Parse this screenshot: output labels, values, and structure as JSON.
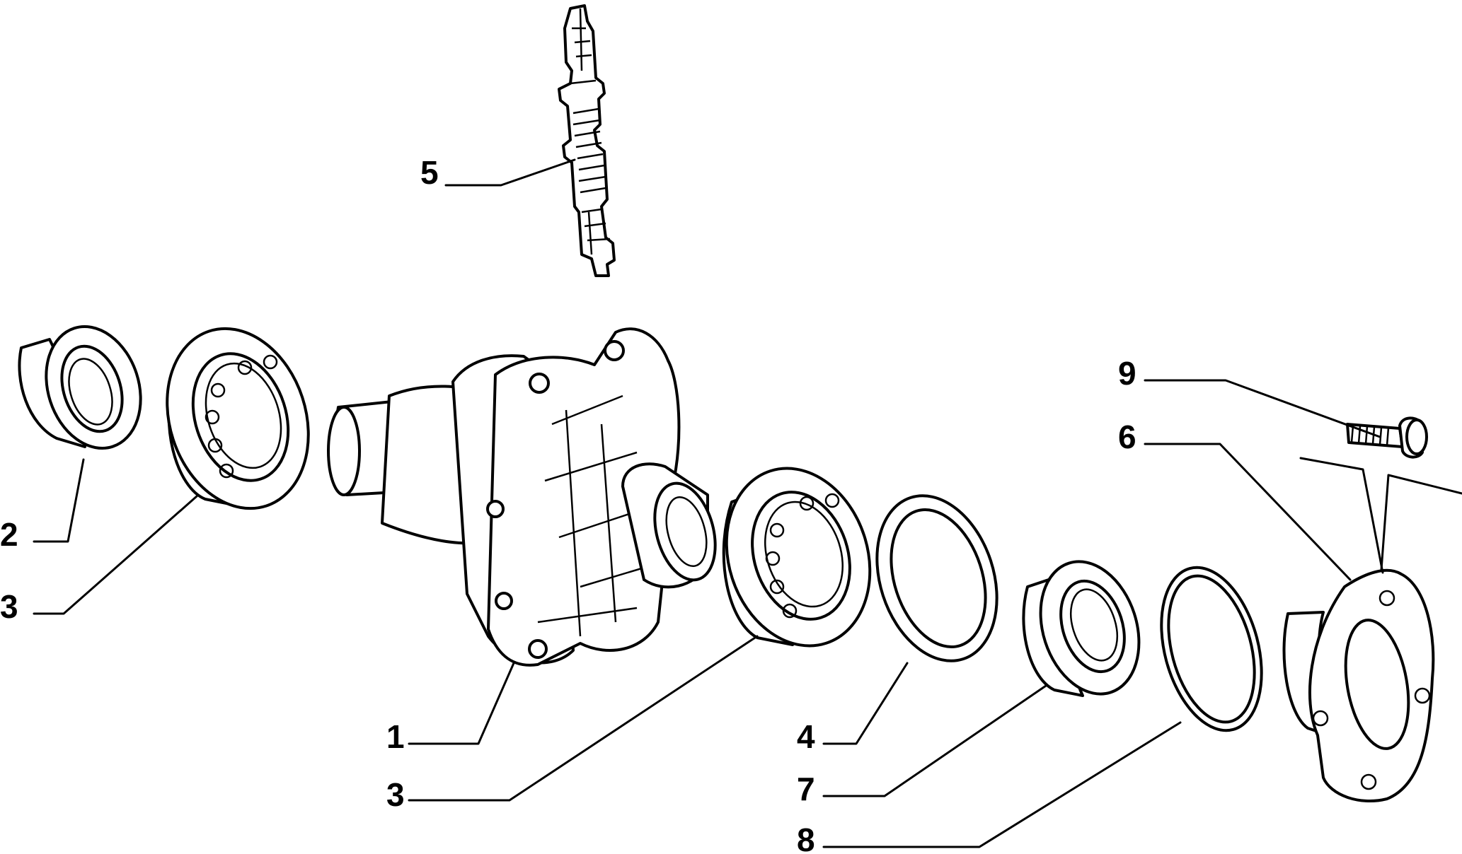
{
  "diagram": {
    "callouts": [
      {
        "id": "c1",
        "label": "1"
      },
      {
        "id": "c2",
        "label": "2"
      },
      {
        "id": "c3a",
        "label": "3"
      },
      {
        "id": "c3b",
        "label": "3"
      },
      {
        "id": "c4",
        "label": "4"
      },
      {
        "id": "c5",
        "label": "5"
      },
      {
        "id": "c6",
        "label": "6"
      },
      {
        "id": "c7",
        "label": "7"
      },
      {
        "id": "c8",
        "label": "8"
      },
      {
        "id": "c9",
        "label": "9"
      }
    ]
  }
}
